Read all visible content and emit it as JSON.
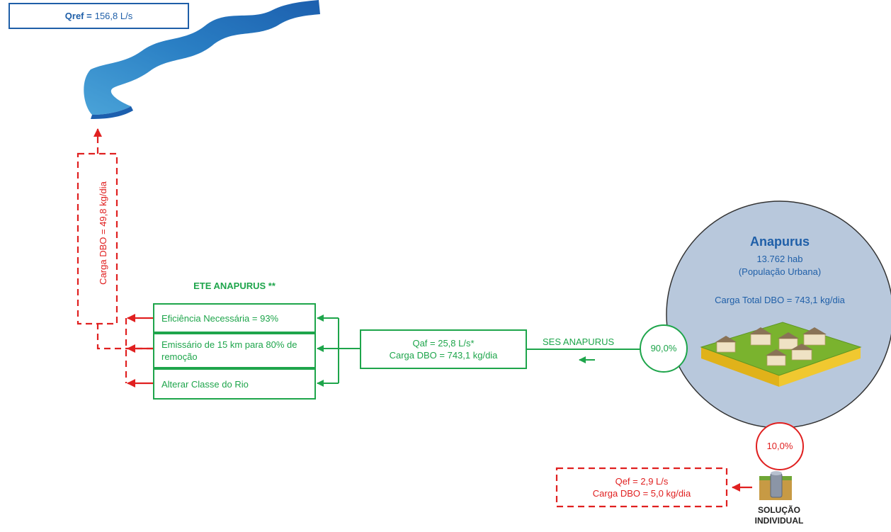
{
  "river": {
    "qref_label": "Qref =",
    "qref_value": "156,8 L/s"
  },
  "discharge": {
    "carga_label": "Carga DBO = 49,8 kg/dia"
  },
  "ete": {
    "title": "ETE ANAPURUS **",
    "options": [
      "Eficiência Necessária = 93%",
      "Emissário de 15 km para 80% de remoção",
      "Alterar Classe do Rio"
    ]
  },
  "affluent": {
    "qaf": "Qaf = 25,8 L/s*",
    "carga": "Carga DBO = 743,1 kg/dia"
  },
  "ses": {
    "label": "SES ANAPURUS",
    "share": "90,0%"
  },
  "city": {
    "name": "Anapurus",
    "population": "13.762 hab",
    "population_type": "(População Urbana)",
    "carga_total": "Carga Total DBO = 743,1 kg/dia"
  },
  "individual": {
    "share": "10,0%",
    "qef": "Qef = 2,9 L/s",
    "carga": "Carga DBO = 5,0 kg/dia",
    "label_line1": "SOLUÇÃO",
    "label_line2": "INDIVIDUAL"
  },
  "colors": {
    "green": "#1ea54b",
    "red": "#e02020",
    "blue": "#1f5fa8",
    "circle_fill": "#b8c8dc"
  },
  "icons": [
    "river-icon",
    "city-icon",
    "septic-tank-icon"
  ]
}
